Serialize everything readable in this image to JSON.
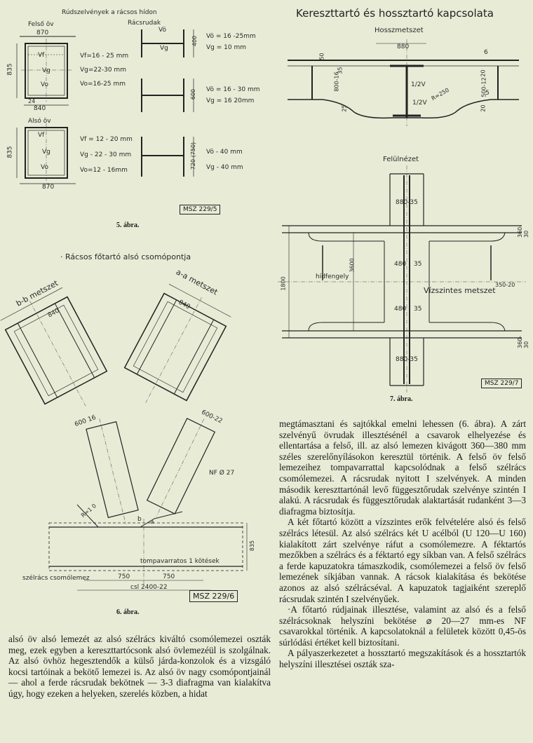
{
  "fig5": {
    "title": "Rúdszelvények a rácsos hídon",
    "felso_ov": "Felső öv",
    "also_ov": "Alsó öv",
    "racsrudak": "Rácsrudak",
    "w870a": "870",
    "w840": "840",
    "w870b": "870",
    "h835a": "835",
    "h835b": "835",
    "vf1": "Vf",
    "vg1": "Vg",
    "vo1": "Vo",
    "vf2": "Vf",
    "vg2": "Vg",
    "vo2": "Vo",
    "n24": "24",
    "top_specs": [
      "Vf=16 - 25 mm",
      "Vg=22-30 mm",
      "Vo=16-25 mm"
    ],
    "bot_specs": [
      "Vf = 12 - 20 mm",
      "Vg - 22 - 30 mm",
      "Vo=12 - 16mm"
    ],
    "i1_lbl": [
      "Vö",
      "Vg"
    ],
    "i1_specs": [
      "Vö = 16 -25mm",
      "Vg = 10 mm"
    ],
    "i1_h": "400",
    "i2_specs": [
      "Vö = 16 - 30 mm",
      "Vg = 16 20mm"
    ],
    "i2_h": "600",
    "i3_specs": [
      "Vö - 40 mm",
      "Vg - 40 mm"
    ],
    "i3_h": "720 (750)",
    "stamp": "MSZ 229/5",
    "caption": "5. ábra."
  },
  "fig6": {
    "title": "· Rácsos főtartó alsó csomópontja",
    "bb": "b-b metszet",
    "aa": "a-a metszet",
    "w840a": "840",
    "w840b": "840",
    "s600_16": "600 16",
    "s600_22": "600-22",
    "nf": "NF Ø 27",
    "r": "R=1 0",
    "b": "b",
    "a": "a",
    "h835": "835",
    "tomp": "tompavarratos 1 kötések",
    "szel": "szélrács csomólemez",
    "d750a": "750",
    "d750b": "750",
    "csl": "csl 2400-22",
    "stamp": "MSZ 229/6",
    "caption": "6. ábra."
  },
  "fig7": {
    "title": "Kereszttartó és hossztartó kapcsolata",
    "hossz": "Hosszmetszet",
    "felul": "Felülnézet",
    "d880a": "880",
    "d6": "6",
    "d50": "50",
    "d800": "800-16",
    "d35a": "35",
    "d25": "25",
    "d12v_a": "1/2V",
    "d12v_b": "1/2V",
    "r250": "R=250",
    "d5": "5",
    "d20a": "20",
    "d20b": "20",
    "d500": "500-12",
    "d880_35a": "880-35",
    "d480a": "480",
    "d35b": "35",
    "d480b": "480",
    "d35c": "35",
    "d3600": "3600",
    "d1800": "1800",
    "hidfengely": "hídfengely",
    "vizszintes": "Vízszintes metszet",
    "d350_20": "350-20",
    "d360_30a": "360-30",
    "d360_30b": "360-30",
    "d880_35b": "880-35",
    "stamp": "MSZ 229/7",
    "caption": "7. ábra."
  },
  "left_text": "alsó öv alsó lemezét az alsó szélrács kiváltó csomólemezei oszták meg, ezek egyben a kereszttartócsonk alsó övlemezéül is szolgálnak. Az alsó övhöz hegesztendők a külső járda-konzolok és a vizsgáló kocsi tartóinak a bekötő lemezei is. Az alsó öv nagy csomópontjainál — ahol a ferde rácsrudak bekötnek — 3-3 diafragma van kialakítva úgy, hogy ezeken a helyeken, szerelés közben, a hidat",
  "right_text": [
    "megtámasztani és sajtókkal emelni lehessen (6. ábra). A zárt szelvényű övrudak illesztésénél a csavarok elhelyezése és ellentartása a felső, ill. az alsó lemezen kivágott 360—380 mm széles szerelőnyílásokon keresztül történik. A felső öv felső lemezeihez tompavarrattal kapcsolódnak a felső szélrács csomólemezei. A rácsrudak nyitott I szelvények. A minden második kereszttartónál levő függesztőrudak szelvénye szintén I alakú. A rácsrudak és függesztőrudak alaktartását rudanként 3—3 diafragma biztosítja.",
    "A két főtartó között a vízszintes erők felvételére alsó és felső szélrács létesül. Az alsó szélrács két U acélból (U 120—U 160) kialakított zárt szelvénye ráfut a csomólemezre. A féktartós mezőkben a szélrács és a féktartó egy síkban van. A felső szélrács a ferde kapuzatokra támaszkodik, csomólemezei a felső öv felső lemezének síkjában vannak. A rácsok kialakítása és bekötése azonos az alsó szélrácséval. A kapuzatok tagjaiként szereplő rácsrudak szintén I szelvényűek.",
    "·A főtartó rúdjainak illesztése, valamint az alsó és a felső szélrácsoknak helyszíni bekötése ⌀ 20—27 mm-es NF csavarokkal történik. A kapcsolatoknál a felületek között 0,45-ös súrlódási értéket kell biztosítani.",
    "A pályaszerkezetet a hossztartó megszakítások és a hossztartók helyszíni illesztései oszták sza-"
  ]
}
